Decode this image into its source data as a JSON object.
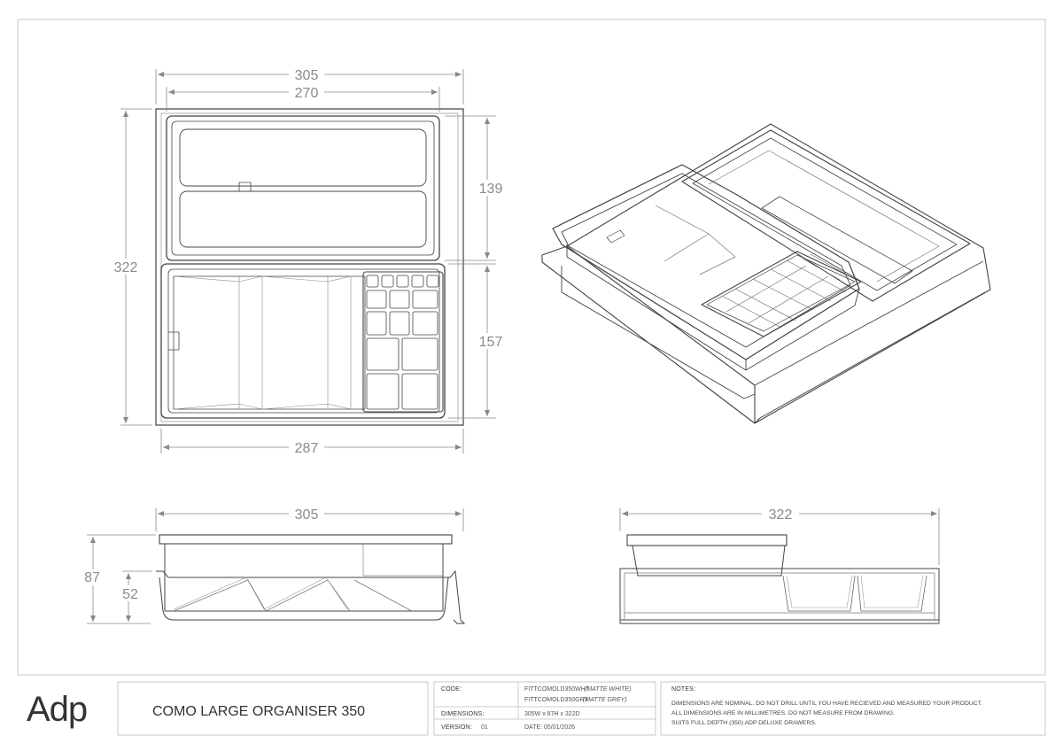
{
  "drawing": {
    "plan_view": {
      "width_outer": "305",
      "width_inner": "270",
      "depth": "322",
      "upper_tray_depth": "139",
      "lower_tray_depth": "157",
      "base_width": "287"
    },
    "front_view": {
      "width": "305",
      "height_total": "87",
      "height_base": "52"
    },
    "side_view": {
      "depth": "322"
    }
  },
  "title_block": {
    "logo": "Adp",
    "product_title": "COMO LARGE ORGANISER 350",
    "code_label": "CODE:",
    "code_white": "FITTCOMOLD350WHT",
    "code_white_finish": "(MATTE WHITE)",
    "code_grey": "FITTCOMOLD350GRY",
    "code_grey_finish": "(MATTE GREY)",
    "dimensions_label": "DIMENSIONS:",
    "dimensions_value": "305W x 87H x 322D",
    "version_label": "VERSION:",
    "version_value": "01",
    "date_label": "DATE:",
    "date_value": "05/01/2026",
    "notes_label": "NOTES:",
    "notes": [
      "DIMENSIONS ARE NOMINAL. DO NOT DRILL UNTIL YOU HAVE RECIEVED AND MEASURED YOUR PRODUCT.",
      "ALL DIMENSIONS ARE IN MILLIMETRES. DO NOT MEASURE FROM DRAWING.",
      "SUITS FULL DEPTH (350) ADP DELUXE DRAWERS."
    ]
  }
}
